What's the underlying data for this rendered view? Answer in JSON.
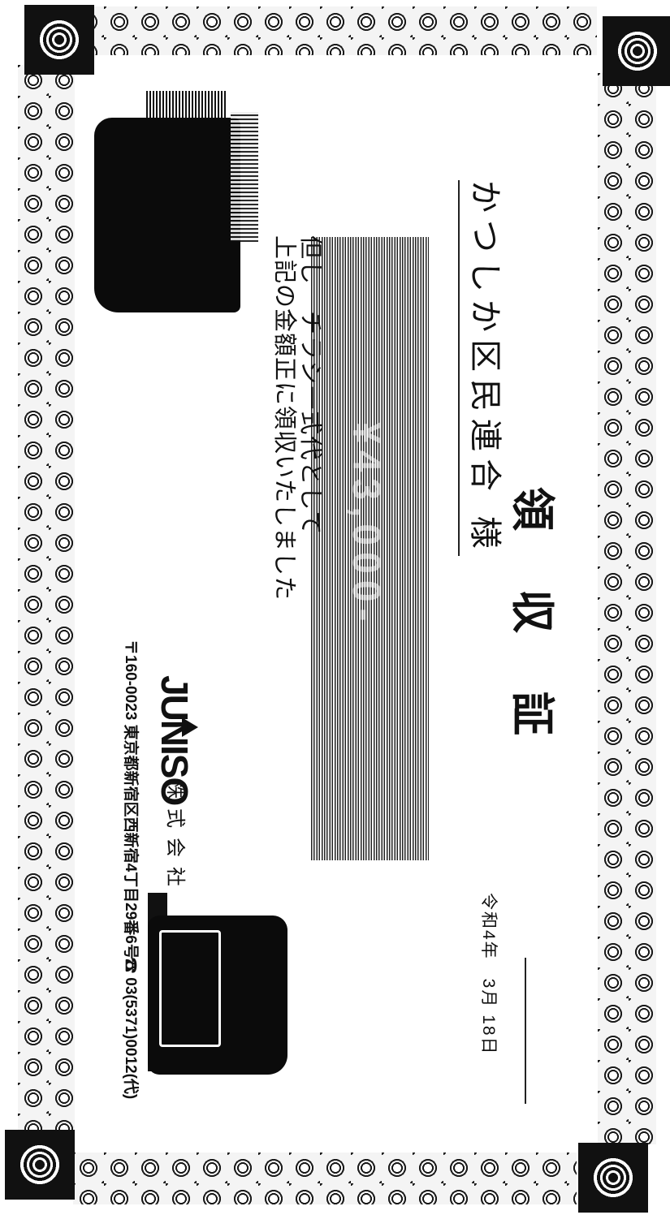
{
  "receipt": {
    "title": "領収証",
    "date": "令和4年　3月 18日",
    "recipient": "かつしか区民連合 様",
    "amount": "¥43,000-",
    "memo": "但し　チラシ一式代として",
    "confirmation": "上記の金額正に領収いたしました"
  },
  "issuer": {
    "logo_text": "JUNISO",
    "company_name": "株式会社",
    "address": "〒160-0023 東京都新宿区西新宿4丁目29番6号",
    "phone": "☎ 03(5371)0012(代)"
  },
  "colors": {
    "ink": "#111111",
    "paper": "#ffffff",
    "redaction": "#0b0b0b"
  }
}
